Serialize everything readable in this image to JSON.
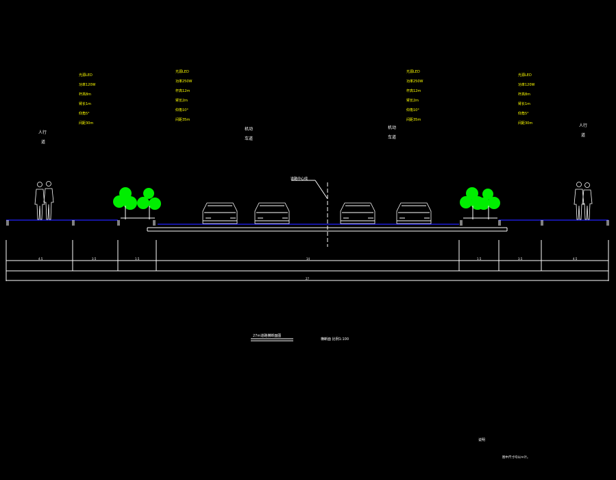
{
  "lamp_specs": [
    {
      "id": "left-sidewalk-lamp",
      "lines": [
        "光源LED",
        "功率120W",
        "杆高8m",
        "臂长1m",
        "仰角5°",
        "间距30m"
      ]
    },
    {
      "id": "left-road-lamp",
      "lines": [
        "光源LED",
        "功率250W",
        "杆高12m",
        "臂长2m",
        "仰角10°",
        "间距35m"
      ]
    },
    {
      "id": "right-road-lamp",
      "lines": [
        "光源LED",
        "功率250W",
        "杆高12m",
        "臂长2m",
        "仰角10°",
        "间距35m"
      ]
    },
    {
      "id": "right-sidewalk-lamp",
      "lines": [
        "光源LED",
        "功率120W",
        "杆高8m",
        "臂长1m",
        "仰角5°",
        "间距30m"
      ]
    }
  ],
  "zone_labels": {
    "left_sidewalk": [
      "人行",
      "道"
    ],
    "left_carriageway": [
      "机动",
      "车道"
    ],
    "right_carriageway": [
      "机动",
      "车道"
    ],
    "right_sidewalk": [
      "人行",
      "道"
    ]
  },
  "centerline_label": "道路中心线",
  "drawing_title": "27m道路横断面图",
  "scale_note": "横断面  比例1:100",
  "notes_title": "说明",
  "notes_body": "图中尺寸均以m计。",
  "dimension_values": {
    "segments": [
      "4.5",
      "3.5",
      "1.5",
      "14",
      "1.5",
      "3.5",
      "4.5"
    ],
    "total": "27"
  },
  "colors": {
    "background": "#000000",
    "lines": "#ffffff",
    "spec_text": "#ffff00",
    "trees": "#00ee00",
    "ground_line": "#2222ff"
  }
}
